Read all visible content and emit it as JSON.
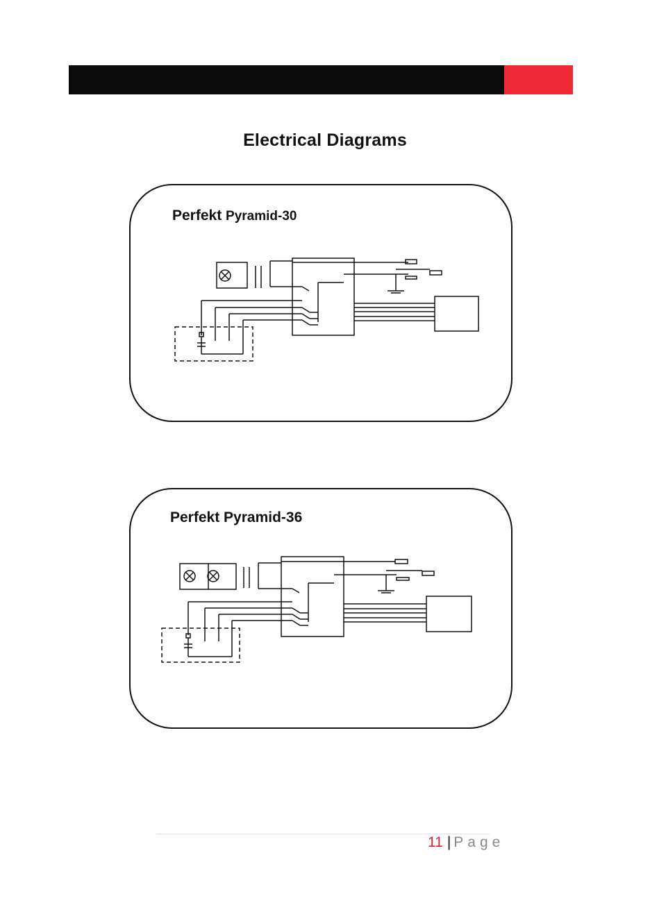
{
  "header": {
    "bar_color": "#0b0b0b",
    "accent_color": "#ee2a36"
  },
  "title": "Electrical Diagrams",
  "diagrams": [
    {
      "brand": "Perfekt",
      "model": "Pyramid",
      "suffix": "-30",
      "lamps": 1
    },
    {
      "brand": "Perfekt",
      "model": "Pyramid",
      "suffix": "-36",
      "lamps": 2
    }
  ],
  "footer": {
    "page_number": "11",
    "separator": "|",
    "page_label": "Page"
  }
}
